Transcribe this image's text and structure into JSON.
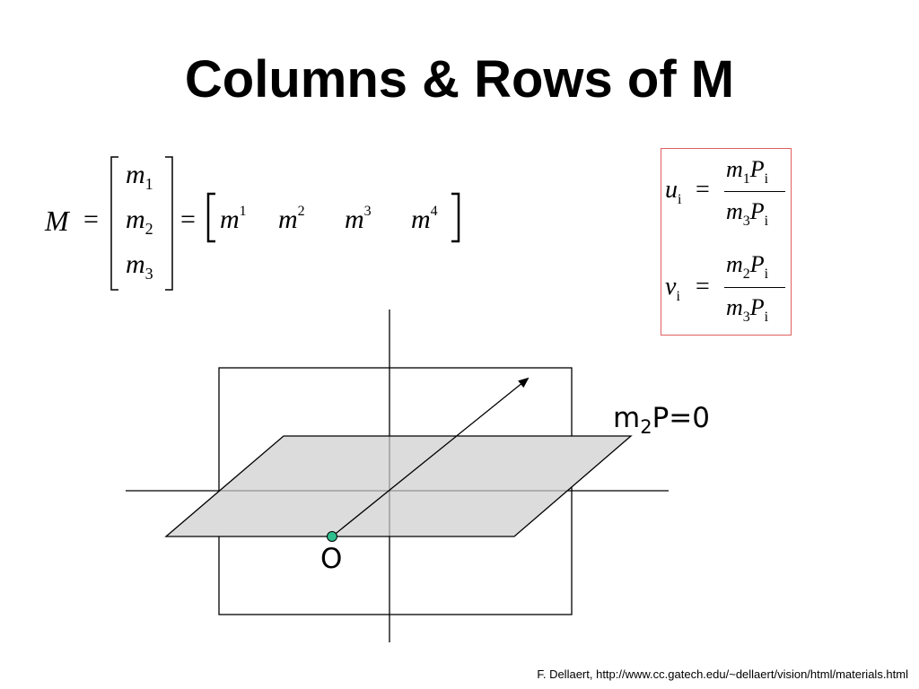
{
  "slide": {
    "title": "Columns & Rows of M",
    "credit": "F. Dellaert, http://www.cc.gatech.edu/~dellaert/vision/html/materials.html"
  },
  "matrix_equation": {
    "lhs": "M",
    "equals": "=",
    "rows": [
      {
        "base": "m",
        "index": "1"
      },
      {
        "base": "m",
        "index": "2"
      },
      {
        "base": "m",
        "index": "3"
      }
    ],
    "columns": [
      {
        "base": "m",
        "index": "1"
      },
      {
        "base": "m",
        "index": "2"
      },
      {
        "base": "m",
        "index": "3"
      },
      {
        "base": "m",
        "index": "4"
      }
    ]
  },
  "projection_box": {
    "u": {
      "lhs": "u",
      "lhs_sub": "i",
      "num": "m",
      "num_sub": "1",
      "den": "m",
      "den_sub": "3",
      "P": "P",
      "P_sub": "i"
    },
    "v": {
      "lhs": "v",
      "lhs_sub": "i",
      "num": "m",
      "num_sub": "2",
      "den": "m",
      "den_sub": "3",
      "P": "P",
      "P_sub": "i"
    },
    "equals": "=",
    "border_color": "#e06060"
  },
  "diagram": {
    "plane_label_base": "m",
    "plane_label_sub": "2",
    "plane_label_rest": "P=0",
    "origin_label": "O",
    "plane_fill": "#dcdcdc",
    "origin_color": "#2fbf8f"
  }
}
